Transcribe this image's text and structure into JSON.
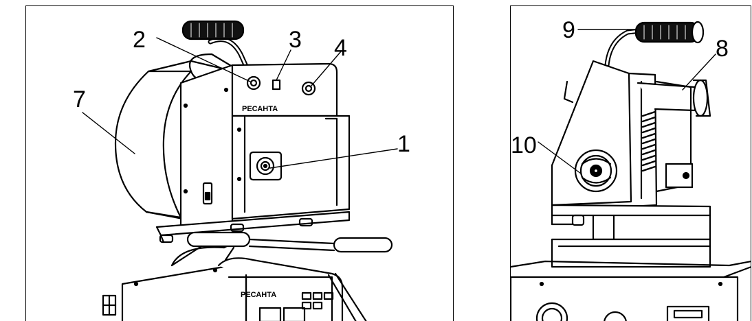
{
  "figure": {
    "left_view": {
      "callouts": [
        "1",
        "2",
        "3",
        "4",
        "7"
      ],
      "brand_labels": [
        "РЕСАНТА",
        "РЕСАНТА"
      ]
    },
    "right_view": {
      "callouts": [
        "8",
        "9",
        "10"
      ]
    }
  }
}
